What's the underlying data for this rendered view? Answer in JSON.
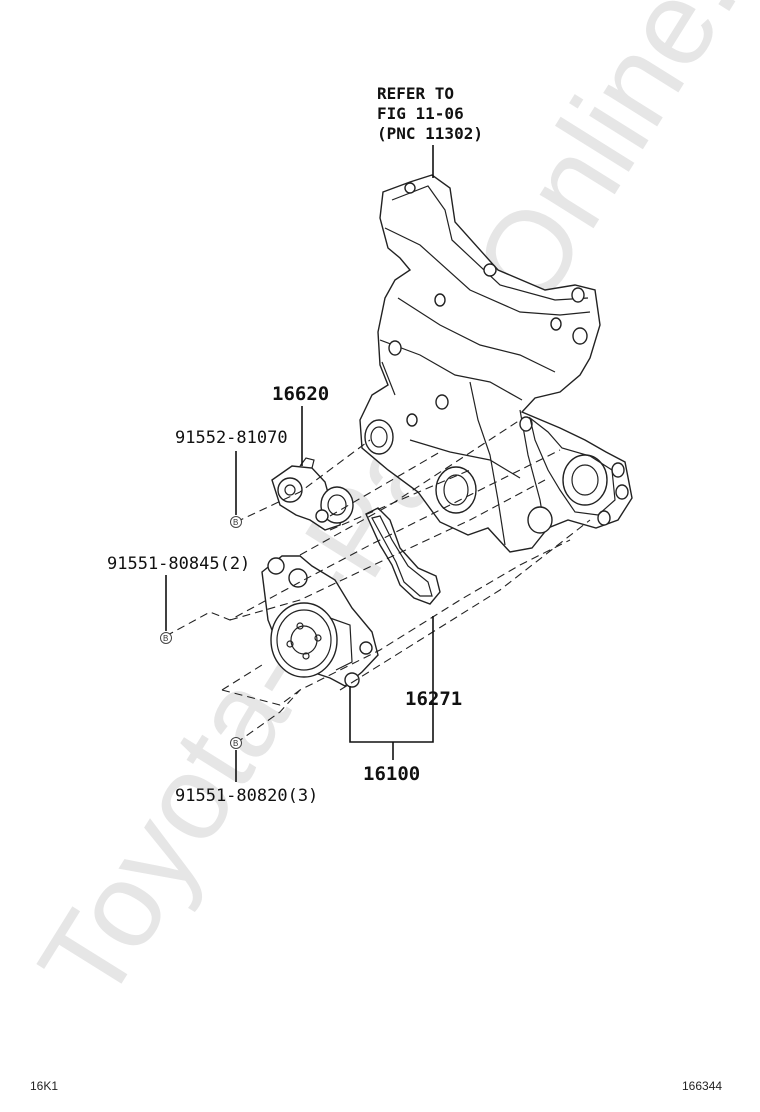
{
  "watermark": "Toyota-a-Parts-Online.ru",
  "note": {
    "line1": "REFER TO",
    "line2": "FIG 11-06",
    "line3": "(PNC 11302)"
  },
  "callouts": {
    "tensioner": "16620",
    "bolt_tensioner": "91552-81070",
    "bolt_pump_2": "91551-80845(2)",
    "gasket": "16271",
    "pump_assy": "16100",
    "bolt_pump_3": "91551-80820(3)"
  },
  "bolt_marker": "B",
  "footer": {
    "left": "16K1",
    "right": "166344"
  }
}
